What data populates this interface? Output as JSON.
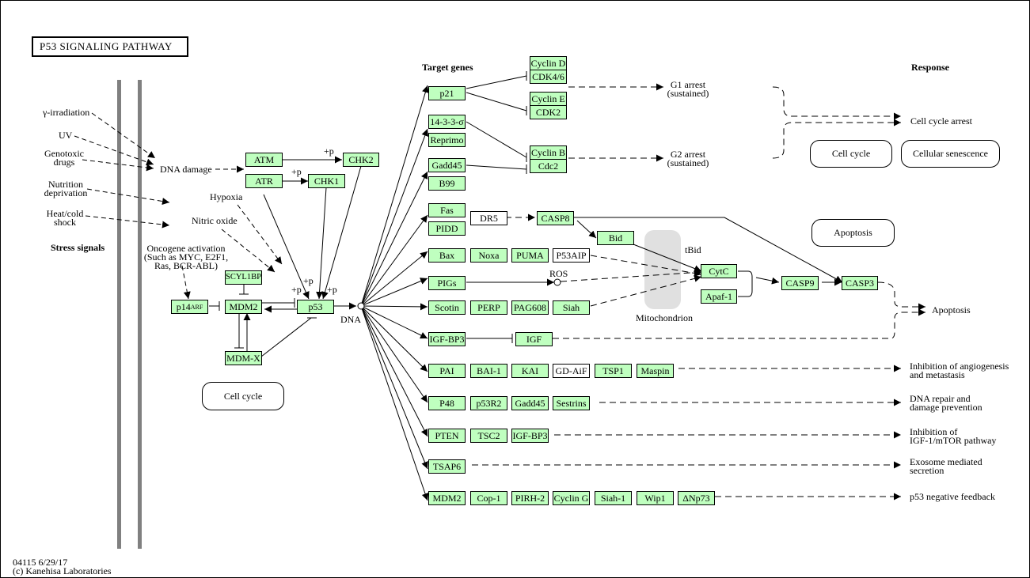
{
  "title": "P53 SIGNALING PATHWAY",
  "footer": {
    "id_date": "04115 6/29/17",
    "copyright": "(c) Kanehisa Laboratories"
  },
  "headers": {
    "stress_signals": "Stress signals",
    "target_genes": "Target genes",
    "response": "Response"
  },
  "stress": {
    "gamma": "γ-irradiation",
    "uv": "UV",
    "genotoxic_1": "Genotoxic",
    "genotoxic_2": "drugs",
    "nutrition_1": "Nutrition",
    "nutrition_2": "deprivation",
    "heat_1": "Heat/cold",
    "heat_2": "shock",
    "dna_damage": "DNA damage",
    "hypoxia": "Hypoxia",
    "nitric_oxide": "Nitric oxide",
    "oncogene_1": "Oncogene activation",
    "oncogene_2": "(Such as MYC, E2F1,",
    "oncogene_3": "Ras, BCR-ABL)"
  },
  "core": {
    "atm": "ATM",
    "atr": "ATR",
    "chk1": "CHK1",
    "chk2": "CHK2",
    "scyl1bp1": "SCYL1BP1",
    "p14": "p14",
    "p14_sup": "ARF",
    "mdm2": "MDM2",
    "mdmx": "MDM-X",
    "p53": "p53",
    "dna": "DNA",
    "plus_p": "+p"
  },
  "cell_cycle_box_left": "Cell cycle",
  "targets": {
    "p21": "p21",
    "sigma": "14-3-3-σ",
    "reprimo": "Reprimo",
    "gadd45": "Gadd45",
    "b99": "B99",
    "fas": "Fas",
    "pidd": "PIDD",
    "dr5": "DR5",
    "casp8": "CASP8",
    "bid": "Bid",
    "bax": "Bax",
    "noxa": "Noxa",
    "puma": "PUMA",
    "p53aip": "P53AIP",
    "pigs": "PIGs",
    "ros": "ROS",
    "scotin": "Scotin",
    "perp": "PERP",
    "pag608": "PAG608",
    "siah": "Siah",
    "igfbp3": "IGF-BP3",
    "igf": "IGF"
  },
  "cyclins": {
    "cyclin_d": "Cyclin D",
    "cdk46": "CDK4/6",
    "cyclin_e": "Cyclin E",
    "cdk2": "CDK2",
    "cyclin_b": "Cyclin B",
    "cdc2": "Cdc2"
  },
  "arrest": {
    "g1_1": "G1 arrest",
    "g1_2": "(sustained)",
    "g2_1": "G2 arrest",
    "g2_2": "(sustained)"
  },
  "apoptosis": {
    "tbid": "tBid",
    "cytc": "CytC",
    "apaf1": "Apaf-1",
    "casp9": "CASP9",
    "casp3": "CASP3",
    "mitochondrion": "Mitochondrion"
  },
  "rows": {
    "angio": [
      "PAI",
      "BAI-1",
      "KAI",
      "GD-AiF",
      "TSP1",
      "Maspin"
    ],
    "repair": [
      "P48",
      "p53R2",
      "Gadd45",
      "Sestrins"
    ],
    "igf": [
      "PTEN",
      "TSC2",
      "IGF-BP3"
    ],
    "exo": [
      "TSAP6"
    ],
    "feedback": [
      "MDM2",
      "Cop-1",
      "PIRH-2",
      "Cyclin G",
      "Siah-1",
      "Wip1",
      "ΔNp73"
    ]
  },
  "responses": {
    "cell_cycle_arrest": "Cell cycle arrest",
    "cell_cycle_box": "Cell cycle",
    "senescence_box": "Cellular senescence",
    "apoptosis_box": "Apoptosis",
    "apoptosis": "Apoptosis",
    "angio_1": "Inhibition of angiogenesis",
    "angio_2": "and metastasis",
    "repair_1": "DNA repair and",
    "repair_2": "damage prevention",
    "igf_1": "Inhibition of",
    "igf_2": "IGF-1/mTOR pathway",
    "exo_1": "Exosome mediated",
    "exo_2": "secretion",
    "feedback": "p53 negative feedback"
  }
}
